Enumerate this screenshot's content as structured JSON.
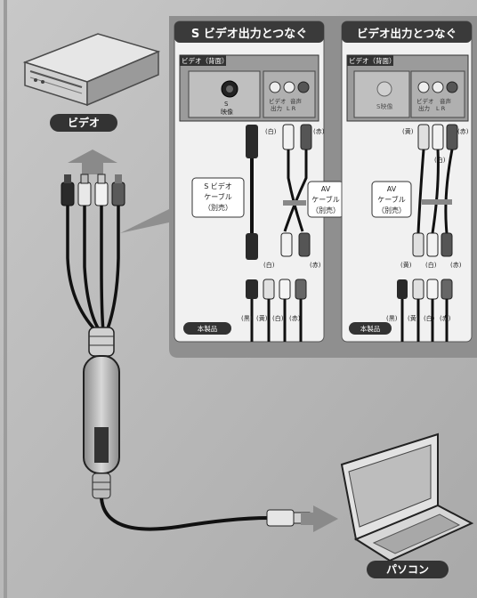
{
  "video_label": "ビデオ",
  "pc_label": "パソコン",
  "panel_s": {
    "title": "S ビデオ出力とつなぐ",
    "back_label": "ビデオ（背面）",
    "s_jack_label_1": "S",
    "s_jack_label_2": "映像",
    "jack_labels_1": "ビデオ",
    "jack_labels_2": "出力",
    "lr_label_1": "音声",
    "lr_label_2": "L  R",
    "plug_white": "(白)",
    "plug_red": "(赤)",
    "cable_s_1": "S ビデオ",
    "cable_s_2": "ケーブル",
    "cable_s_3": "（別売）",
    "cable_av_1": "AV",
    "cable_av_2": "ケーブル",
    "cable_av_3": "（別売）",
    "bottom_white": "(白)",
    "bottom_red": "(赤)",
    "product_label": "本製品",
    "conn_black": "(黒)",
    "conn_yellow": "(黄)",
    "conn_white": "(白)",
    "conn_red": "(赤)"
  },
  "panel_av": {
    "title": "ビデオ出力とつなぐ",
    "back_label": "ビデオ（背面）",
    "s_jack_label": "S映像",
    "jack_labels_1": "ビデオ",
    "jack_labels_2": "出力",
    "lr_label_1": "音声",
    "lr_label_2": "L  R",
    "plug_yellow": "(黄)",
    "plug_white": "(白)",
    "plug_red": "(赤)",
    "cable_av_1": "AV",
    "cable_av_2": "ケーブル",
    "cable_av_3": "（別売）",
    "bottom_yellow": "(黄)",
    "bottom_white": "(白)",
    "bottom_red": "(赤)",
    "product_label": "本製品",
    "conn_black": "(黒)",
    "conn_yellow": "(黄)",
    "conn_white": "(白)",
    "conn_red": "(赤)"
  }
}
